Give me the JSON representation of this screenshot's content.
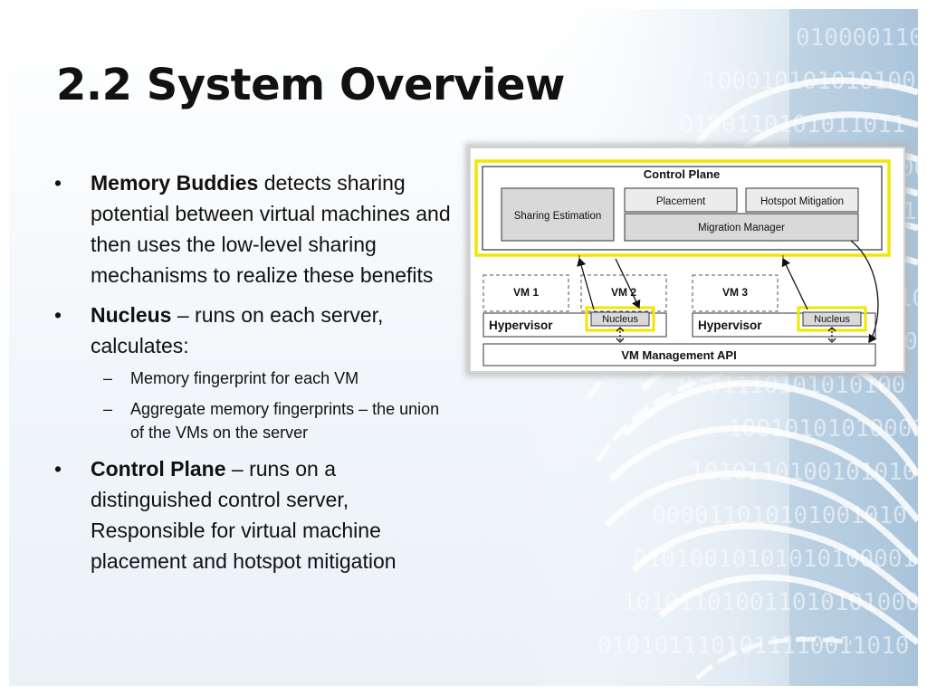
{
  "slide": {
    "title": "2.2 System Overview",
    "bullets": [
      {
        "bold": "Memory Buddies",
        "text": " detects sharing potential between virtual machines and then uses the low-level sharing mechanisms to realize these benefits"
      },
      {
        "bold": "Nucleus",
        "text": " – runs on each server, calculates:",
        "sub": [
          "Memory fingerprint for each VM",
          "Aggregate memory fingerprints – the union of the VMs on the server"
        ]
      },
      {
        "bold": "Control Plane",
        "text": " – runs on a distinguished control server, Responsible for virtual machine placement and hotspot mitigation"
      }
    ],
    "bullet_glyph": "•",
    "dash_glyph": "–"
  },
  "figure": {
    "control_plane": "Control Plane",
    "sharing_estimation": "Sharing Estimation",
    "placement": "Placement",
    "hotspot_mitigation": "Hotspot Mitigation",
    "migration_manager": "Migration Manager",
    "vm1": "VM 1",
    "vm2": "VM 2",
    "vm3": "VM 3",
    "hypervisor": "Hypervisor",
    "nucleus": "Nucleus",
    "vm_management_api": "VM Management API",
    "highlight_color": "#f2e600"
  },
  "background": {
    "binary_lines": [
      "010000110",
      "100010101010100",
      "0100110101011011",
      "10101010101010000",
      "0101010010110101",
      "1010100100101001",
      "01011010101110",
      "001010101011010100",
      "0101110101010100",
      "10010101010001",
      "1010110100101010",
      "000011010101001010",
      "010100101010101000011",
      "101011010011010101000",
      "0101011101011110011010"
    ],
    "accent_color": "#8fb2cf"
  }
}
